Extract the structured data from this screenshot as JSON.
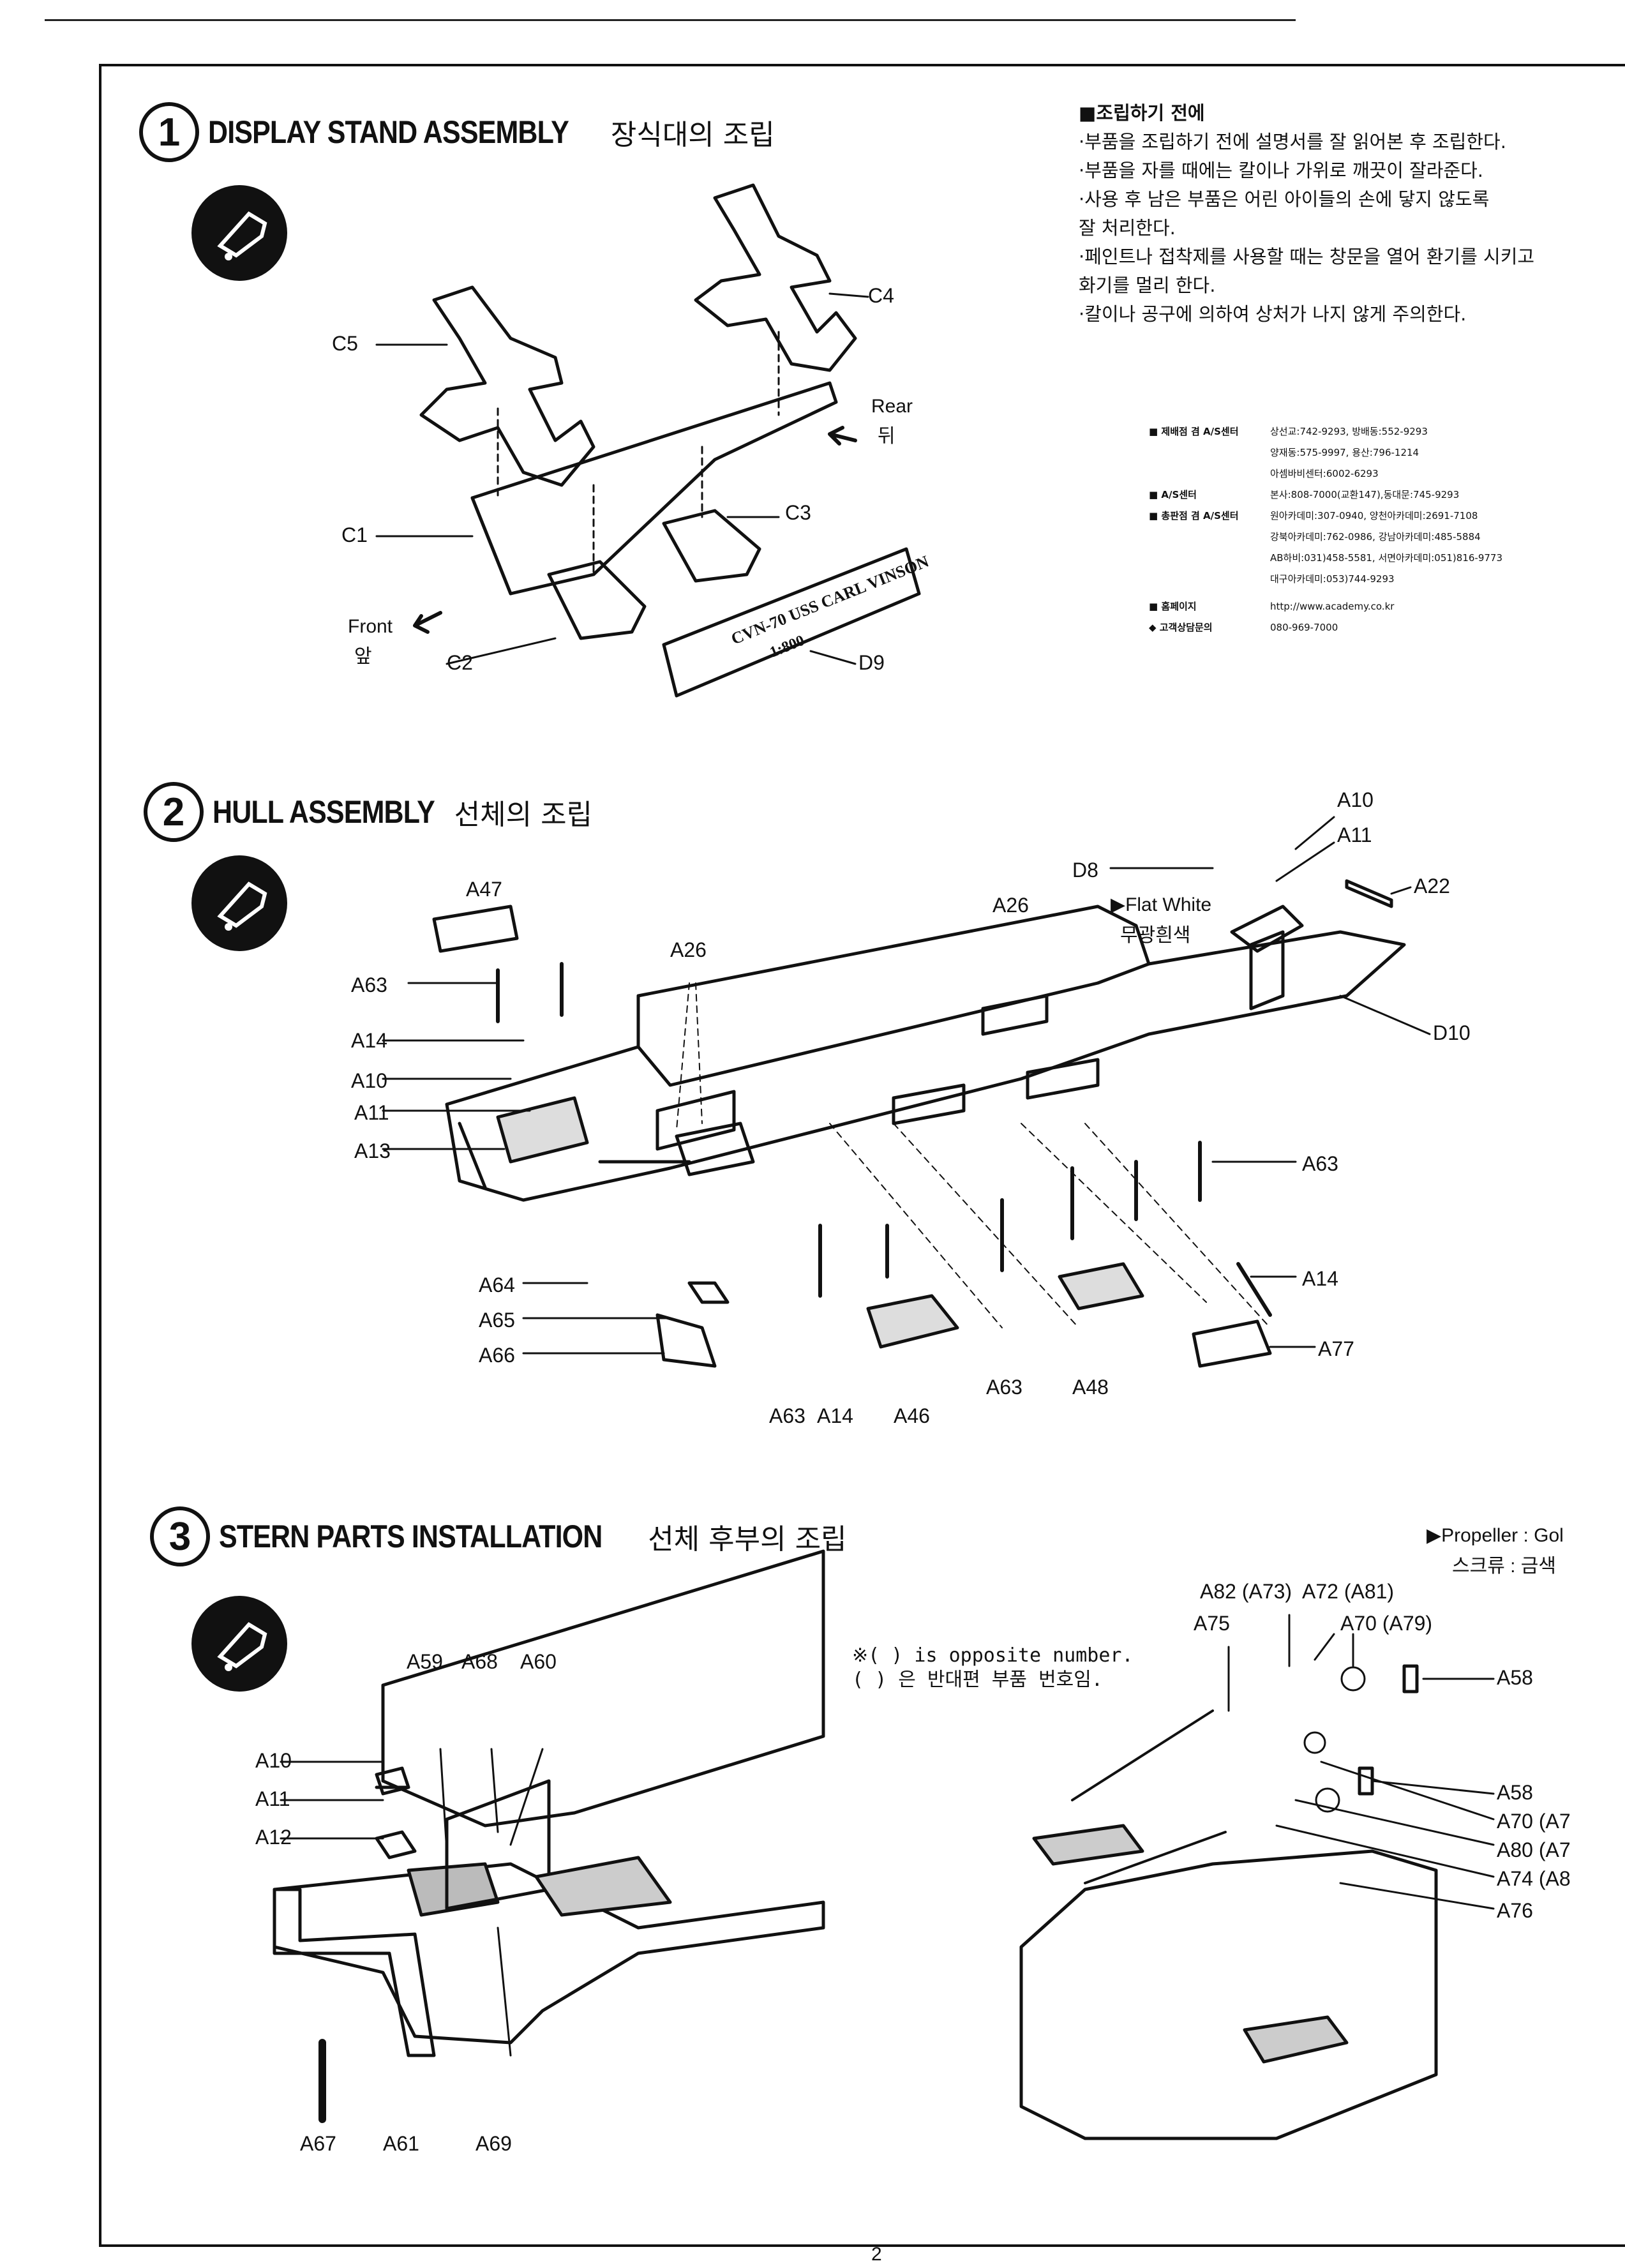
{
  "page_number": "2",
  "sections": [
    {
      "num": "1",
      "title_en": "DISPLAY STAND ASSEMBLY",
      "title_ko": "장식대의 조립"
    },
    {
      "num": "2",
      "title_en": "HULL ASSEMBLY",
      "title_ko": "선체의 조립"
    },
    {
      "num": "3",
      "title_en": "STERN PARTS INSTALLATION",
      "title_ko": "선체 후부의 조립"
    }
  ],
  "precautions": {
    "title": "■조립하기 전에",
    "lines": [
      "·부품을 조립하기 전에 설명서를 잘 읽어본 후 조립한다.",
      "·부품을 자를 때에는 칼이나 가위로 깨끗이 잘라준다.",
      "·사용 후 남은 부품은 어린 아이들의 손에 닿지 않도록",
      " 잘 처리한다.",
      "·페인트나 접착제를 사용할 때는 창문을 열어 환기를 시키고",
      " 화기를 멀리 한다.",
      "·칼이나 공구에 의하여 상처가 나지 않게 주의한다."
    ]
  },
  "contact": {
    "rows": [
      {
        "k": "■ 제배점 겸 A/S센터",
        "v": "상선교:742-9293, 방배동:552-9293"
      },
      {
        "k": "",
        "v": "양재동:575-9997, 용산:796-1214"
      },
      {
        "k": "",
        "v": "아셈바비센터:6002-6293"
      },
      {
        "k": "■ A/S센터",
        "v": "본사:808-7000(교환147),동대문:745-9293"
      },
      {
        "k": "■ 총판점 겸 A/S센터",
        "v": "원아카데미:307-0940, 양천아카데미:2691-7108"
      },
      {
        "k": "",
        "v": "강북아카데미:762-0986, 강남아카데미:485-5884"
      },
      {
        "k": "",
        "v": "AB하비:031)458-5581, 서면아카데미:051)816-9773"
      },
      {
        "k": "",
        "v": "대구아카데미:053)744-9293"
      },
      {
        "k": "■ 홈페이지",
        "v": "http://www.academy.co.kr"
      },
      {
        "k": "◆ 고객상담문의",
        "v": "080-969-7000"
      }
    ]
  },
  "stand": {
    "plate_text": "CVN-70 USS CARL VINSON",
    "plate_scale": "1:800",
    "labels": {
      "c5": "C5",
      "c4": "C4",
      "c1": "C1",
      "c3": "C3",
      "c2": "C2",
      "d9": "D9",
      "rear_en": "Rear",
      "rear_ko": "뒤",
      "front_en": "Front",
      "front_ko": "앞"
    }
  },
  "hull": {
    "paint_en": "▶Flat White",
    "paint_ko": "무광흰색",
    "labels": {
      "a10_top": "A10",
      "a11_top": "A11",
      "d8": "D8",
      "a22": "A22",
      "a26_right": "A26",
      "d10": "D10",
      "a47": "A47",
      "a26_left": "A26",
      "a63_left": "A63",
      "a14_left": "A14",
      "a10_left": "A10",
      "a11_left": "A11",
      "a13": "A13",
      "a63_right": "A63",
      "a14_right": "A14",
      "a77": "A77",
      "a64": "A64",
      "a65": "A65",
      "a66": "A66",
      "a63_b1": "A63",
      "a14_b": "A14",
      "a46": "A46",
      "a63_b2": "A63",
      "a48": "A48"
    }
  },
  "stern": {
    "propeller_en": "▶Propeller : Gol",
    "propeller_ko": "스크류 : 금색",
    "note_line1": "※(  ) is opposite number.",
    "note_line2": " (  ) 은 반대편 부품 번호임.",
    "labels": {
      "a59": "A59",
      "a68": "A68",
      "a60": "A60",
      "a10": "A10",
      "a11": "A11",
      "a12": "A12",
      "a67": "A67",
      "a61": "A61",
      "a69": "A69",
      "a82_73": "A82 (A73)",
      "a72_81": "A72 (A81)",
      "a75": "A75",
      "a70_79_top": "A70 (A79)",
      "a58_top": "A58",
      "a58_mid": "A58",
      "a70_mid": "A70 (A7",
      "a80": "A80 (A7",
      "a74": "A74 (A8",
      "a76": "A76"
    }
  }
}
